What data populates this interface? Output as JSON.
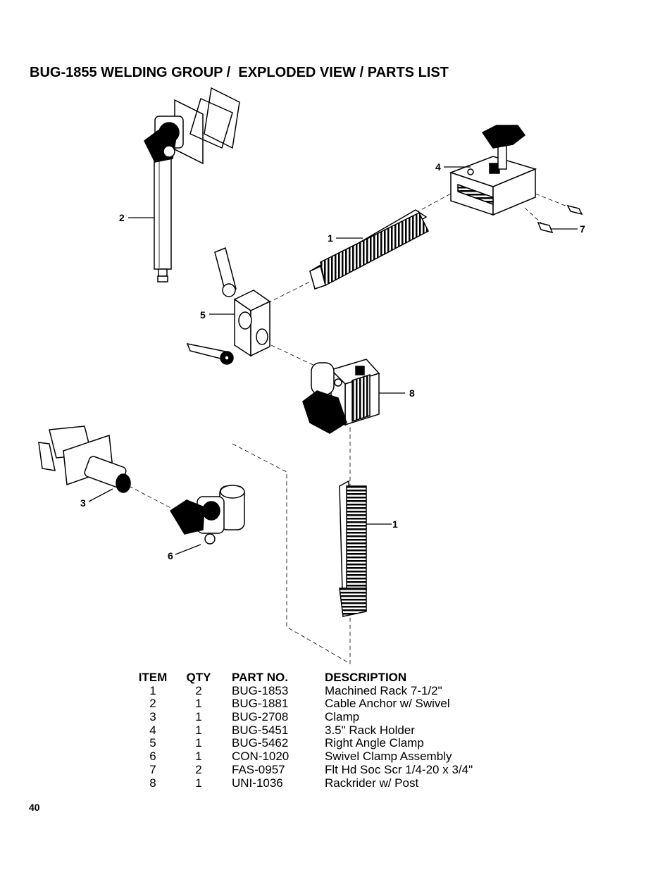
{
  "title": "BUG-1855 WELDING GROUP /  EXPLODED VIEW / PARTS LIST",
  "callouts": {
    "c1a": "1",
    "c1b": "1",
    "c2": "2",
    "c3": "3",
    "c4": "4",
    "c5": "5",
    "c6": "6",
    "c7": "7",
    "c8": "8"
  },
  "parts_list": {
    "headers": {
      "item": "ITEM",
      "qty": "QTY",
      "part": "PART NO.",
      "desc": "DESCRIPTION"
    },
    "rows": [
      {
        "item": "1",
        "qty": "2",
        "part": "BUG-1853",
        "desc": "Machined Rack 7-1/2\""
      },
      {
        "item": "2",
        "qty": "1",
        "part": "BUG-1881",
        "desc": "Cable Anchor w/ Swivel"
      },
      {
        "item": "3",
        "qty": "1",
        "part": "BUG-2708",
        "desc": "Clamp"
      },
      {
        "item": "4",
        "qty": "1",
        "part": "BUG-5451",
        "desc": "3.5\" Rack Holder"
      },
      {
        "item": "5",
        "qty": "1",
        "part": "BUG-5462",
        "desc": "Right Angle Clamp"
      },
      {
        "item": "6",
        "qty": "1",
        "part": "CON-1020",
        "desc": "Swivel Clamp Assembly"
      },
      {
        "item": "7",
        "qty": "2",
        "part": "FAS-0957",
        "desc": "Flt Hd Soc Scr 1/4-20 x 3/4\""
      },
      {
        "item": "8",
        "qty": "1",
        "part": "UNI-1036",
        "desc": "Rackrider w/ Post"
      }
    ]
  },
  "page_number": "40"
}
